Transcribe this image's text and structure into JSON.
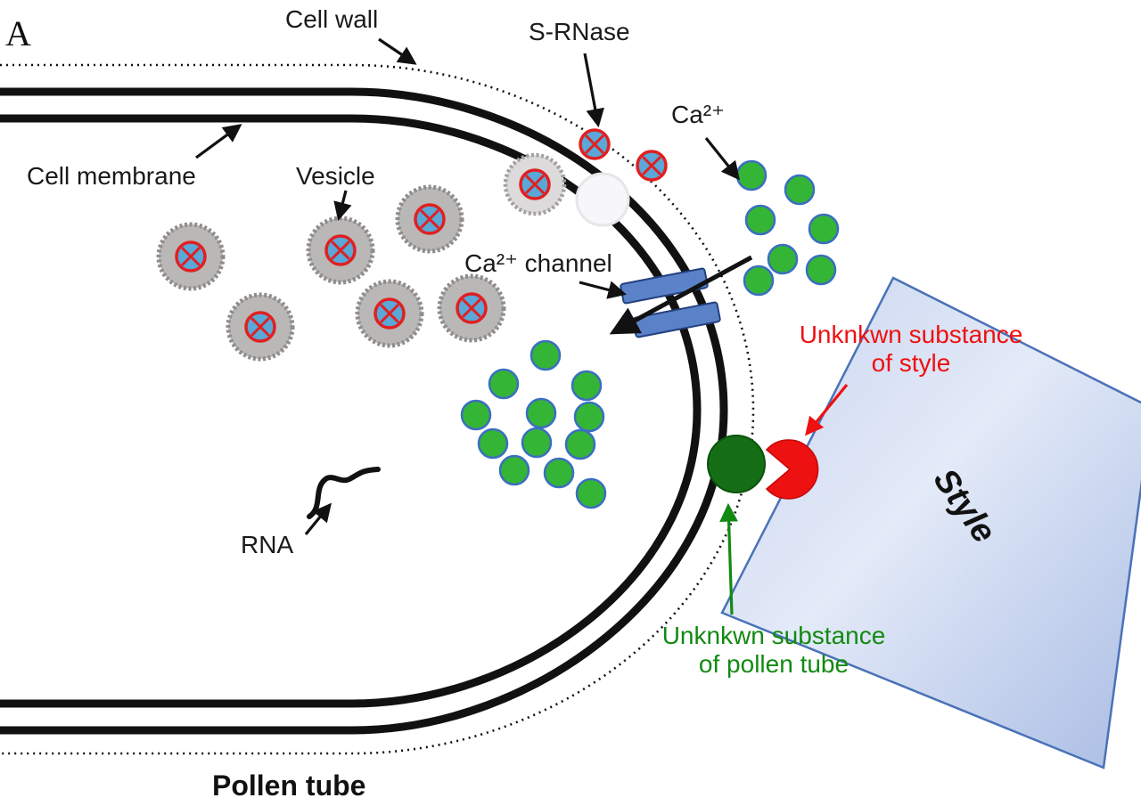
{
  "panel": {
    "label": "A"
  },
  "annotations": {
    "cell_wall": "Cell wall",
    "s_rnase": "S-RNase",
    "calcium": "Ca²⁺",
    "cell_membrane": "Cell membrane",
    "vesicle": "Vesicle",
    "calcium_channel": "Ca²⁺ channel",
    "rna": "RNA",
    "unknown_style": {
      "line1": "Unknkwn substance",
      "line2": "of style"
    },
    "unknown_pollen": {
      "line1": "Unknkwn substance",
      "line2": "of pollen tube"
    },
    "style": "Style",
    "pollen_tube": "Pollen tube"
  },
  "colors": {
    "label_red": "#ee1111",
    "label_green": "#128a12",
    "calcium_green": "#35b535",
    "calcium_ring_blue": "#3a6fc0",
    "vesicle_gray": "#bab7b7",
    "srnase_blue": "#5aa7d8",
    "srnase_ring_red": "#e02020",
    "channel_blue": "#5b82c8",
    "style_fill_light": "#dde6f6",
    "style_fill_dark": "#a9bce4",
    "unknown_pollen_fill": "#156e15",
    "unknown_style_fill": "#ee1111",
    "membrane_black": "#111111"
  }
}
